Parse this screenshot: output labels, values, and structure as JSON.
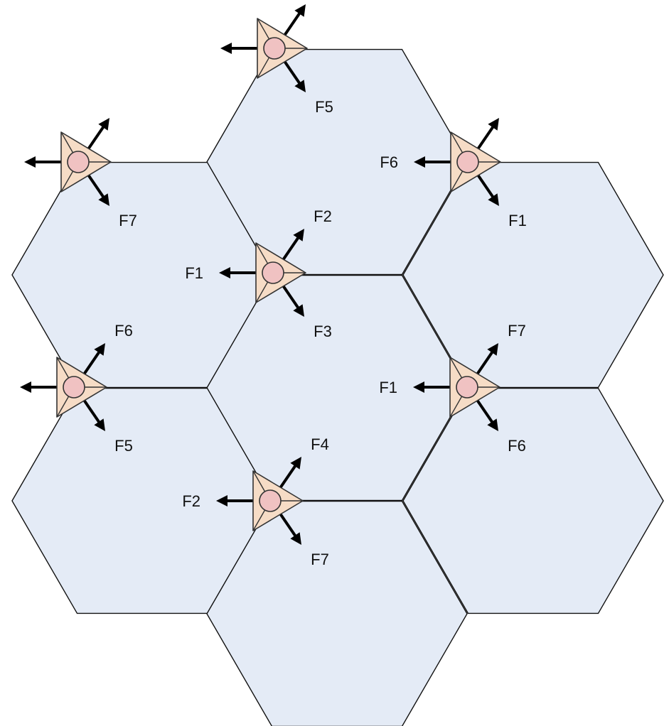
{
  "diagram": {
    "cells": [
      {
        "id": "top"
      },
      {
        "id": "upper-left"
      },
      {
        "id": "upper-right"
      },
      {
        "id": "center"
      },
      {
        "id": "lower-left"
      },
      {
        "id": "lower-right"
      },
      {
        "id": "bottom"
      }
    ],
    "colors": {
      "cell_fill": "#e4ebf6",
      "cell_stroke": "#111111",
      "antenna_fill": "#f6dcc6",
      "antenna_core": "#f0c2c2",
      "beam": "#000000"
    },
    "sites": [
      {
        "id": "top-site",
        "beams": [
          {
            "direction": "up-right",
            "label": ""
          },
          {
            "direction": "left",
            "label": ""
          },
          {
            "direction": "down-right",
            "label": "F5"
          }
        ]
      },
      {
        "id": "upper-left-site",
        "beams": [
          {
            "direction": "up-right",
            "label": ""
          },
          {
            "direction": "left",
            "label": ""
          },
          {
            "direction": "down-right",
            "label": "F7"
          }
        ]
      },
      {
        "id": "upper-right-site",
        "beams": [
          {
            "direction": "up-right",
            "label": ""
          },
          {
            "direction": "left",
            "label": "F6"
          },
          {
            "direction": "down-right",
            "label": "F1"
          }
        ]
      },
      {
        "id": "center-site",
        "beams": [
          {
            "direction": "up-right",
            "label": "F2"
          },
          {
            "direction": "left",
            "label": "F1"
          },
          {
            "direction": "down-right",
            "label": "F3"
          }
        ]
      },
      {
        "id": "left-site",
        "beams": [
          {
            "direction": "up-right",
            "label": "F6"
          },
          {
            "direction": "left",
            "label": ""
          },
          {
            "direction": "down-right",
            "label": "F5"
          }
        ]
      },
      {
        "id": "right-site",
        "beams": [
          {
            "direction": "up-right",
            "label": "F7"
          },
          {
            "direction": "left",
            "label": "F1"
          },
          {
            "direction": "down-right",
            "label": "F6"
          }
        ]
      },
      {
        "id": "lower-site",
        "beams": [
          {
            "direction": "up-right",
            "label": "F4"
          },
          {
            "direction": "left",
            "label": "F2"
          },
          {
            "direction": "down-right",
            "label": "F7"
          }
        ]
      }
    ]
  }
}
